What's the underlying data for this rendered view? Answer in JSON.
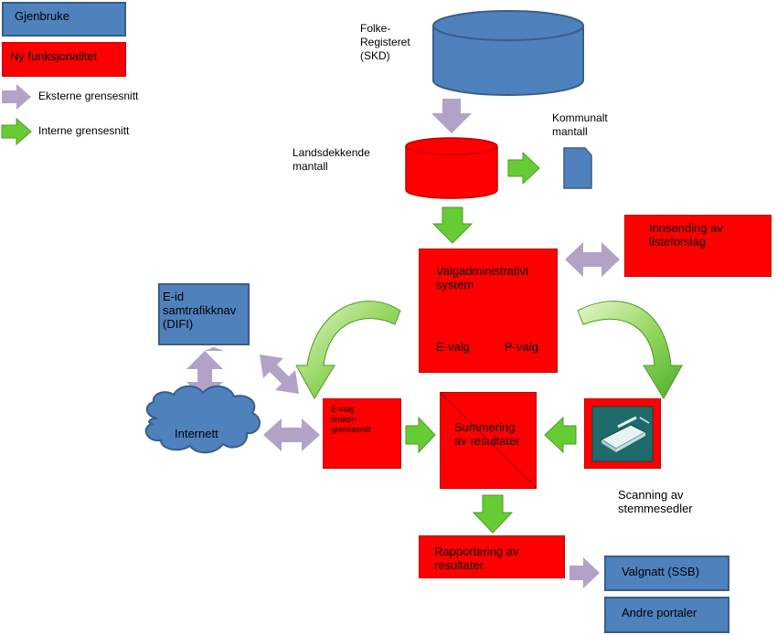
{
  "legend": {
    "reuse": "Gjenbruke",
    "new": "Ny funksjonalitet",
    "external": "Eksterne grensesnitt",
    "internal": "Interne grensesnitt"
  },
  "nodes": {
    "folkeregisteret": "Folke-\nRegisteret\n(SKD)",
    "landsdekkende": "Landsdekkende\nmantall",
    "kommunalt": "Kommunalt\nmantall",
    "innsending": "Innsending av\nlisteforslag",
    "valgadmin": "Valgadministrativt\nsystem",
    "evalg": "E-valg",
    "pvalg": "P-valg",
    "eid": "E-id\nsamtrafikknav\n(DIFI)",
    "internett": "Internett",
    "evalg_bruker": "E-valg\nbruker-\ngrensesnitt",
    "summering": "Summering\nav resultater",
    "scanning": "Scanning av\nstemmesedler",
    "rapportering": "Rapportering av\nresultater",
    "valgnatt": "Valgnatt (SSB)",
    "andre": "Andre portaler"
  },
  "colors": {
    "reuse": "#4f81bd",
    "new": "#ff0000",
    "external_arrow": "#b3a2c7",
    "internal_arrow": "#66cc33"
  }
}
